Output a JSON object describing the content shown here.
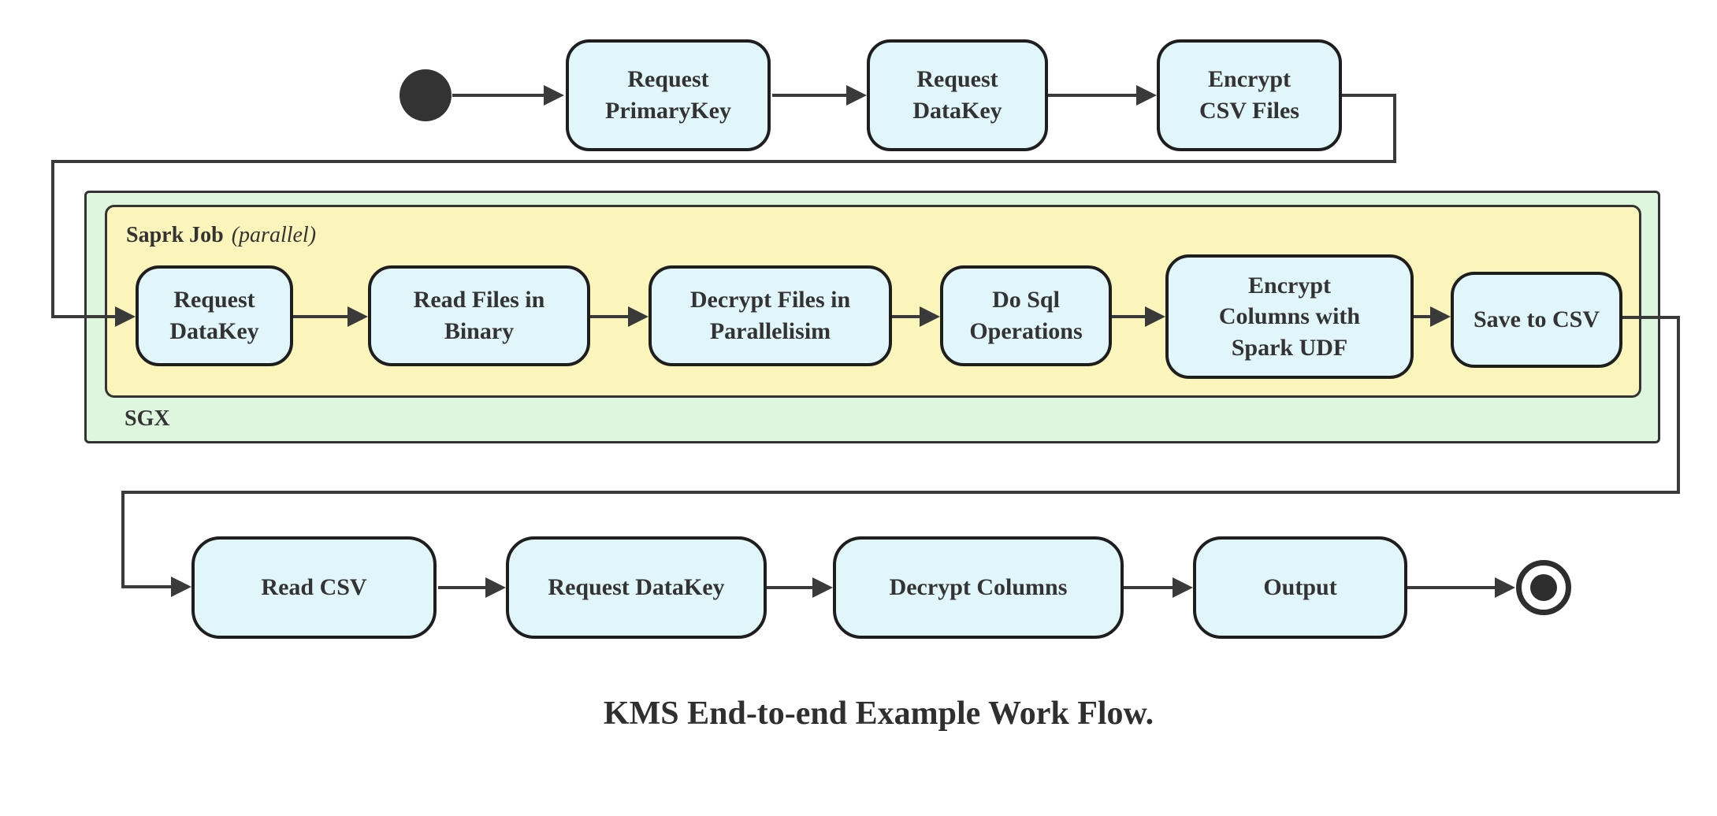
{
  "diagram": {
    "caption": "KMS End-to-end Example Work Flow.",
    "containers": {
      "spark_job": {
        "label": "Saprk Job",
        "suffix": "(parallel)"
      },
      "sgx": {
        "label": "SGX"
      }
    },
    "top_row": [
      {
        "label": "Request\nPrimaryKey"
      },
      {
        "label": "Request\nDataKey"
      },
      {
        "label": "Encrypt\nCSV Files"
      }
    ],
    "spark_row": [
      {
        "label": "Request\nDataKey"
      },
      {
        "label": "Read Files in\nBinary"
      },
      {
        "label": "Decrypt Files in\nParallelisim"
      },
      {
        "label": "Do Sql\nOperations"
      },
      {
        "label": "Encrypt\nColumns with\nSpark UDF"
      },
      {
        "label": "Save to CSV"
      }
    ],
    "bottom_row": [
      {
        "label": "Read CSV"
      },
      {
        "label": "Request DataKey"
      },
      {
        "label": "Decrypt Columns"
      },
      {
        "label": "Output"
      }
    ],
    "colors": {
      "node_fill": "#e1f6fa",
      "node_border": "#1e1e1e",
      "spark_container_fill": "#fcf5bb",
      "sgx_container_fill": "#ddf6dd",
      "container_border": "#333333",
      "edge": "#3a3a3a",
      "text": "#333333",
      "start_end": "#2e2e2e",
      "background": "#ffffff"
    }
  }
}
